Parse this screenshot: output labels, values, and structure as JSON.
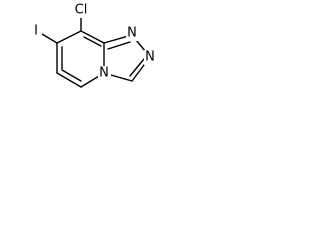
{
  "molecule": {
    "atoms": {
      "chlorine": "Cl",
      "iodine": "I",
      "nitrogen_top": "N",
      "nitrogen_right": "N",
      "nitrogen_bridge": "N"
    }
  }
}
